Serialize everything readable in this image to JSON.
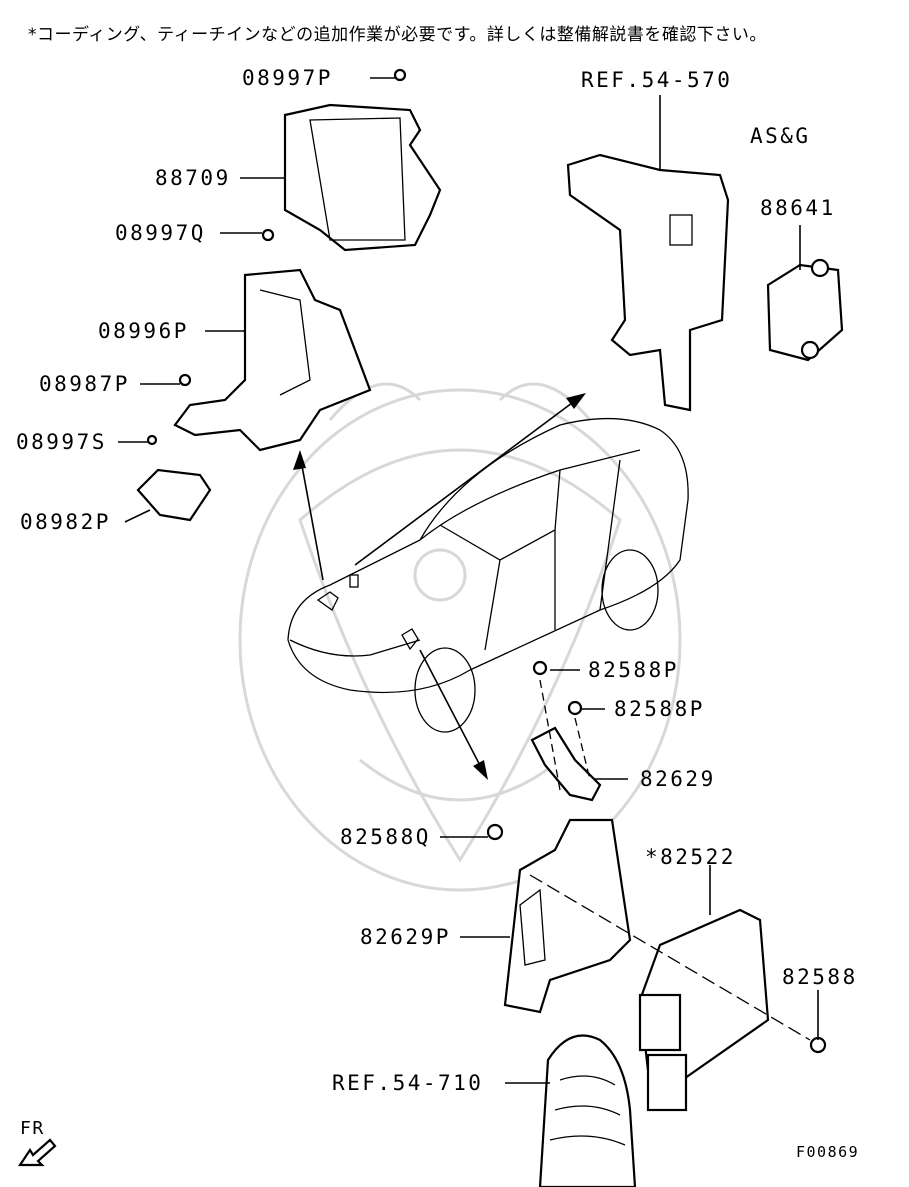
{
  "note": "*コーディング、ティーチインなどの追加作業が必要です。詳しくは整備解説書を確認下さい。",
  "labels": {
    "p08997p": "08997P",
    "p88709": "88709",
    "p08997q": "08997Q",
    "p08996p": "08996P",
    "p08987p": "08987P",
    "p08997s": "08997S",
    "p08982p": "08982P",
    "ref54570": "REF.54-570",
    "asg": "AS&G",
    "p88641": "88641",
    "p82588p_a": "82588P",
    "p82588p_b": "82588P",
    "p82629": "82629",
    "p82588q": "82588Q",
    "p82522": "*82522",
    "p82629p": "82629P",
    "p82588": "82588",
    "ref54710": "REF.54-710",
    "fr": "FR",
    "figure_id": "F00869"
  }
}
